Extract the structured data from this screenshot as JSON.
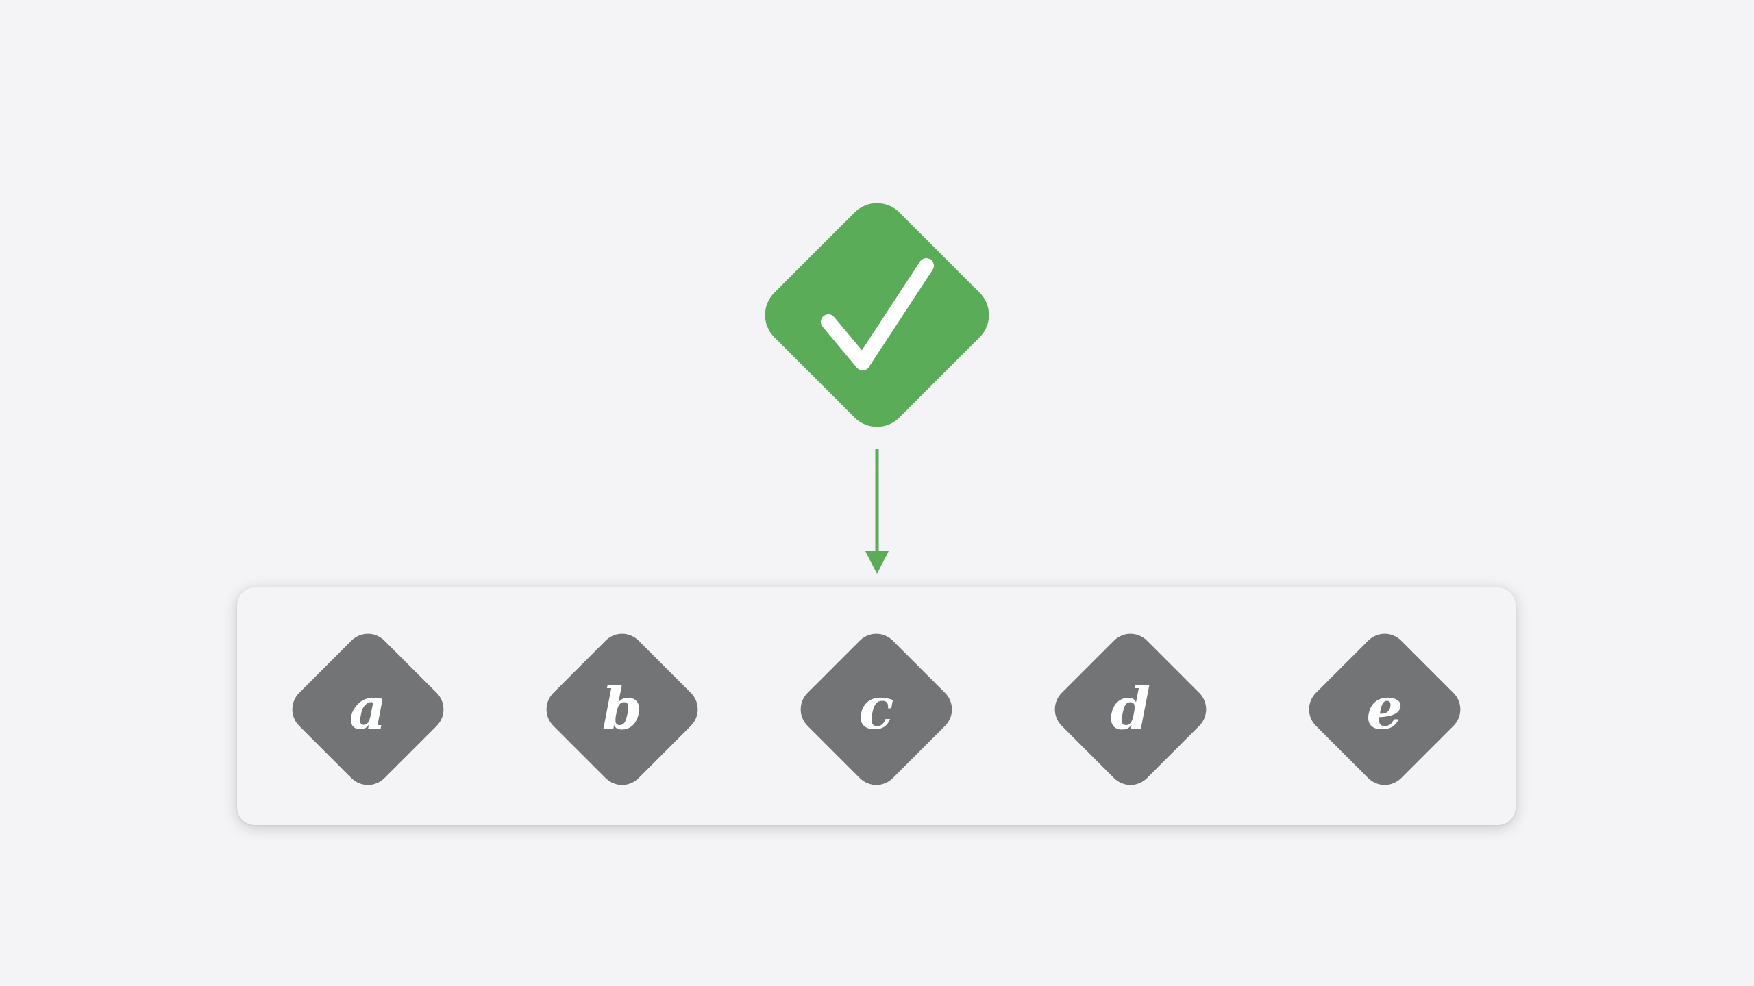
{
  "diagram": {
    "parent": {
      "icon": "checkmark-icon",
      "color": "#5aac58"
    },
    "children": [
      {
        "label": "a"
      },
      {
        "label": "b"
      },
      {
        "label": "c"
      },
      {
        "label": "d"
      },
      {
        "label": "e"
      }
    ],
    "child_color": "#737476",
    "edge_color": "#5aac58",
    "background": "#f4f4f6"
  }
}
